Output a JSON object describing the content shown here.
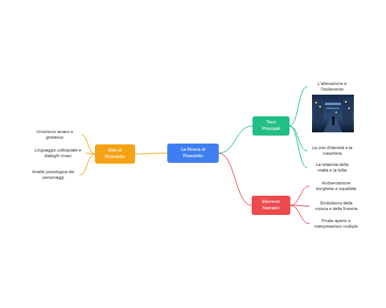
{
  "diagram": {
    "nodes": [
      {
        "text": [
          "La Mosca di Pirandello"
        ]
      },
      {
        "text": [
          "Temi Principali"
        ]
      },
      {
        "text": [
          "L'alienazione e l'isolamento"
        ]
      },
      {
        "text": [
          "La crisi d'identità e la maschera"
        ]
      },
      {
        "text": [
          "La relatività della realtà e la follia"
        ]
      },
      {
        "text": [
          "Elementi Narrativi"
        ]
      },
      {
        "text": [
          "Ambientazione borghese e squallida"
        ]
      },
      {
        "text": [
          "Simbolismo della mosca e della finestra"
        ]
      },
      {
        "text": [
          "Finale aperto e interpretazioni multiple"
        ]
      },
      {
        "text": [
          "Stile di Pirandello"
        ]
      },
      {
        "text": [
          "Umorismo amaro e grottesco"
        ]
      },
      {
        "text": [
          "Linguaggio colloquiale e dialoghi vivaci"
        ]
      },
      {
        "text": [
          "Analisi psicologica dei personaggi"
        ]
      }
    ],
    "edges": [
      {
        "from": 0,
        "to": 1,
        "arrow": "none"
      },
      {
        "from": 1,
        "to": 2,
        "arrow": "none"
      },
      {
        "from": 1,
        "to": 3,
        "arrow": "none"
      },
      {
        "from": 1,
        "to": 4,
        "arrow": "none"
      },
      {
        "from": 0,
        "to": 5,
        "arrow": "none"
      },
      {
        "from": 5,
        "to": 6,
        "arrow": "none"
      },
      {
        "from": 5,
        "to": 7,
        "arrow": "none"
      },
      {
        "from": 5,
        "to": 8,
        "arrow": "none"
      },
      {
        "from": 0,
        "to": 9,
        "arrow": "none"
      },
      {
        "from": 9,
        "to": 10,
        "arrow": "none"
      },
      {
        "from": 9,
        "to": 11,
        "arrow": "none"
      },
      {
        "from": 9,
        "to": 12,
        "arrow": "none"
      }
    ]
  }
}
